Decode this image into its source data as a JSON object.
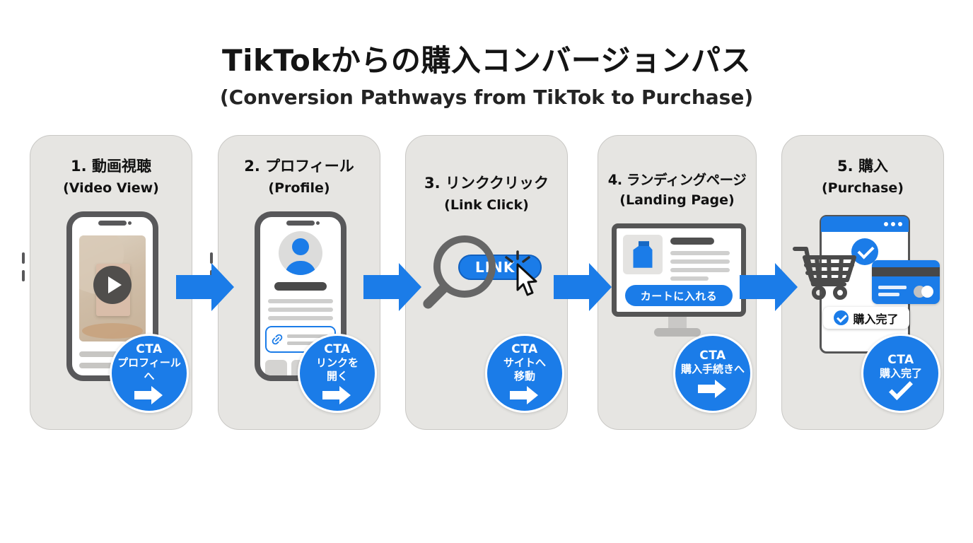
{
  "title": {
    "main": "TikTokからの購入コンバージョンパス",
    "sub": "(Conversion Pathways from TikTok to Purchase)"
  },
  "colors": {
    "accent_blue": "#1b7ce8",
    "card_background": "#e6e5e2",
    "dark_gray": "#555555"
  },
  "steps": [
    {
      "title_ja": "1. 動画視聴",
      "title_en": "(Video View)",
      "cta": {
        "label": "CTA",
        "line1": "プロフィール",
        "line2": "へ",
        "icon": "arrow-right"
      }
    },
    {
      "title_ja": "2. プロフィール",
      "title_en": "(Profile)",
      "cta": {
        "label": "CTA",
        "line1": "リンクを",
        "line2": "開く",
        "icon": "arrow-right"
      }
    },
    {
      "title_ja": "3. リンククリック",
      "title_en": "(Link Click)",
      "link_label": "LINK",
      "cta": {
        "label": "CTA",
        "line1": "サイトへ",
        "line2": "移動",
        "icon": "arrow-right"
      }
    },
    {
      "title_ja": "4. ランディングページ",
      "title_en": "(Landing Page)",
      "add_to_cart_label": "カートに入れる",
      "cta": {
        "label": "CTA",
        "line1": "購入手続きへ",
        "icon": "arrow-right"
      }
    },
    {
      "title_ja": "5. 購入",
      "title_en": "(Purchase)",
      "purchase_complete_label": "購入完了",
      "cta": {
        "label": "CTA",
        "line1": "購入完了",
        "icon": "check"
      }
    }
  ]
}
